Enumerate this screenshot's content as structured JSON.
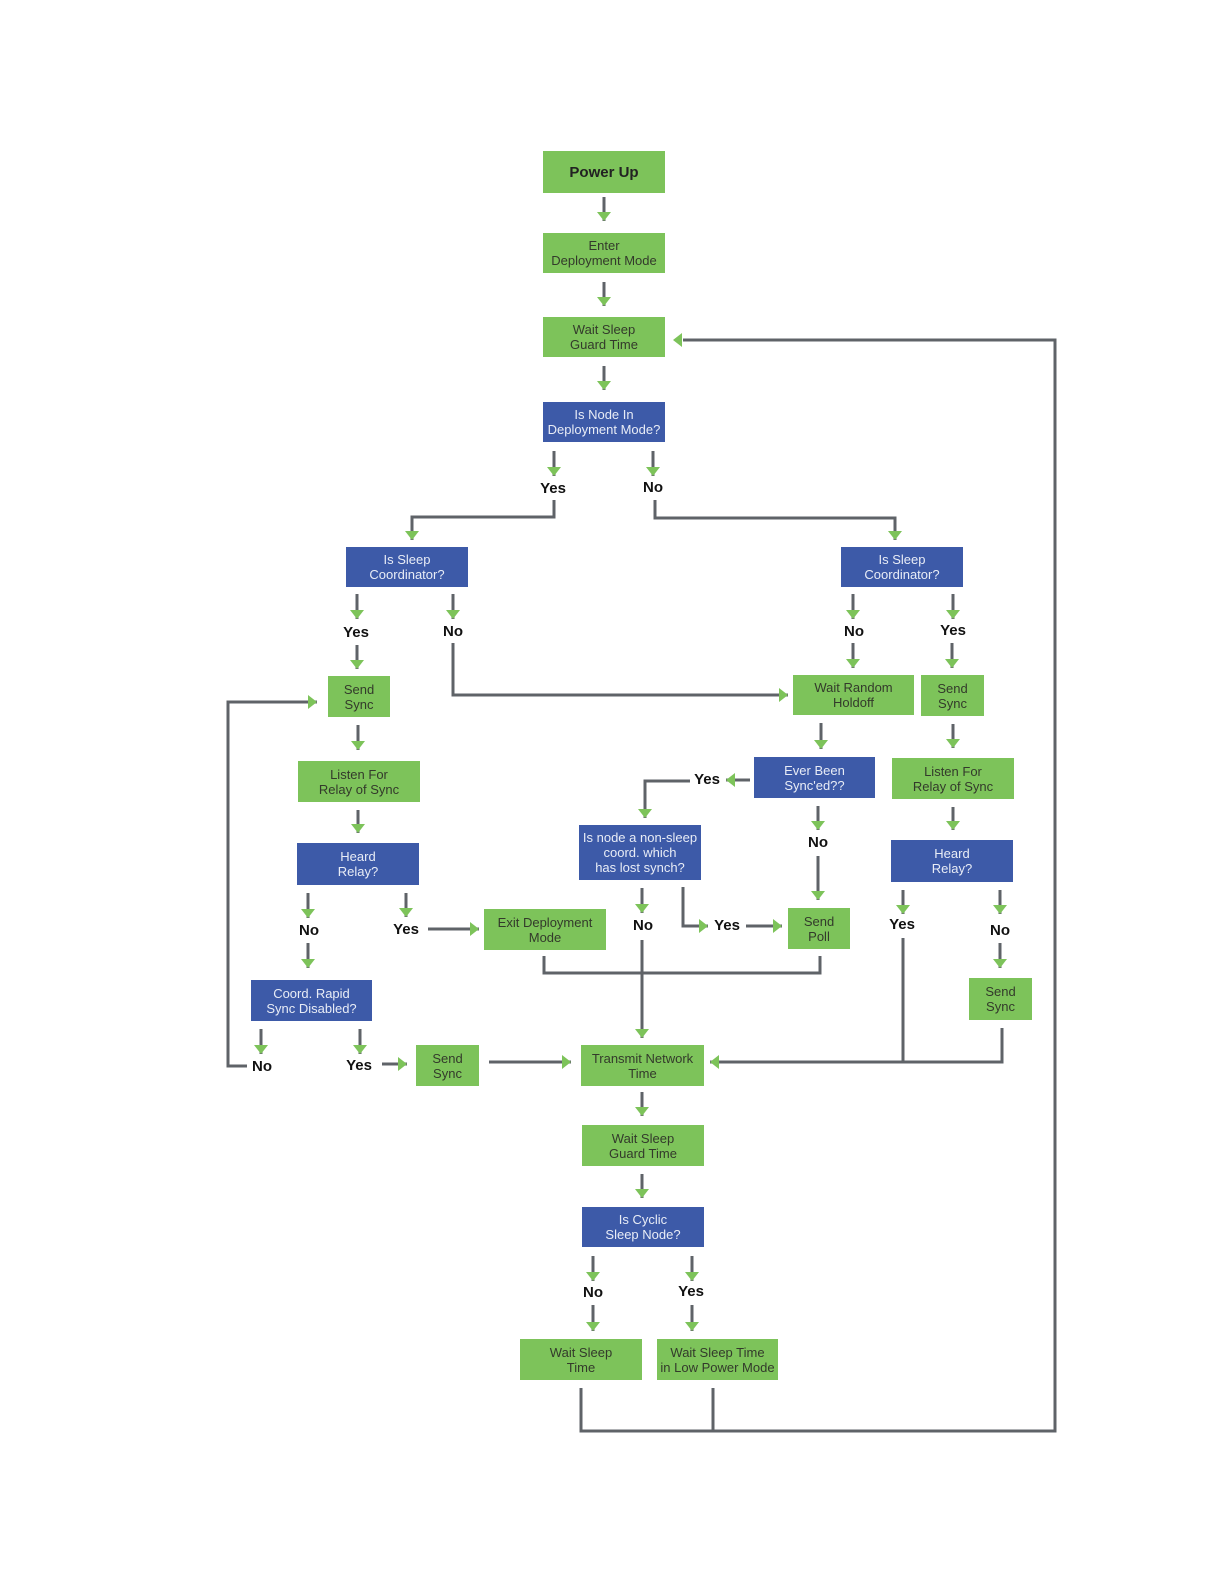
{
  "nodes": {
    "power_up": "Power Up",
    "enter_deploy": "Enter\nDeployment Mode",
    "wait_guard_1": "Wait Sleep\nGuard Time",
    "is_deploy": "Is Node In\nDeployment Mode?",
    "is_coord_left": "Is Sleep\nCoordinator?",
    "is_coord_right": "Is Sleep\nCoordinator?",
    "send_sync_left": "Send\nSync",
    "listen_left": "Listen For\nRelay of Sync",
    "heard_left": "Heard\nRelay?",
    "coord_rapid": "Coord. Rapid\nSync Disabled?",
    "send_sync_bottom": "Send\nSync",
    "exit_deploy": "Exit Deployment\nMode",
    "wait_random": "Wait Random\nHoldoff",
    "send_sync_right": "Send\nSync",
    "ever_synced": "Ever Been\nSync'ed??",
    "non_sleep": "Is node a non-sleep\ncoord. which\nhas lost synch?",
    "send_poll": "Send\nPoll",
    "listen_right": "Listen For\nRelay of Sync",
    "heard_right": "Heard\nRelay?",
    "send_sync_far": "Send\nSync",
    "transmit": "Transmit Network\nTime",
    "wait_guard_2": "Wait Sleep\nGuard Time",
    "is_cyclic": "Is Cyclic\nSleep Node?",
    "wait_sleep": "Wait Sleep\nTime",
    "wait_low": "Wait Sleep Time\nin Low Power Mode"
  },
  "labels": {
    "deploy_yes": "Yes",
    "deploy_no": "No",
    "coordL_yes": "Yes",
    "coordL_no": "No",
    "coordR_no": "No",
    "coordR_yes": "Yes",
    "heardL_no": "No",
    "heardL_yes": "Yes",
    "rapid_no": "No",
    "rapid_yes": "Yes",
    "ever_yes": "Yes",
    "ever_no": "No",
    "nonsleep_no": "No",
    "nonsleep_yes": "Yes",
    "heardR_yes": "Yes",
    "heardR_no": "No",
    "cyclic_no": "No",
    "cyclic_yes": "Yes"
  },
  "colors": {
    "process": "#7dc35a",
    "decision": "#3d5aa8",
    "connector": "#5f6368",
    "arrowhead": "#7dc35a"
  }
}
